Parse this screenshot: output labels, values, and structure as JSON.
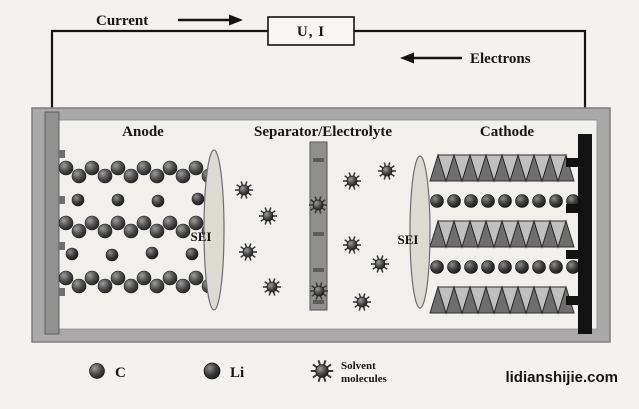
{
  "labels": {
    "current": "Current",
    "electrons": "Electrons",
    "meter": "U, I",
    "anode": "Anode",
    "separator": "Separator/Electrolyte",
    "cathode": "Cathode",
    "sei_left": "SEI",
    "sei_right": "SEI"
  },
  "legend": {
    "c": "C",
    "li": "Li",
    "solvent_line1": "Solvent",
    "solvent_line2": "molecules"
  },
  "watermark": "lidianshijie.com",
  "colors": {
    "watermark": "#2fb3a8"
  }
}
